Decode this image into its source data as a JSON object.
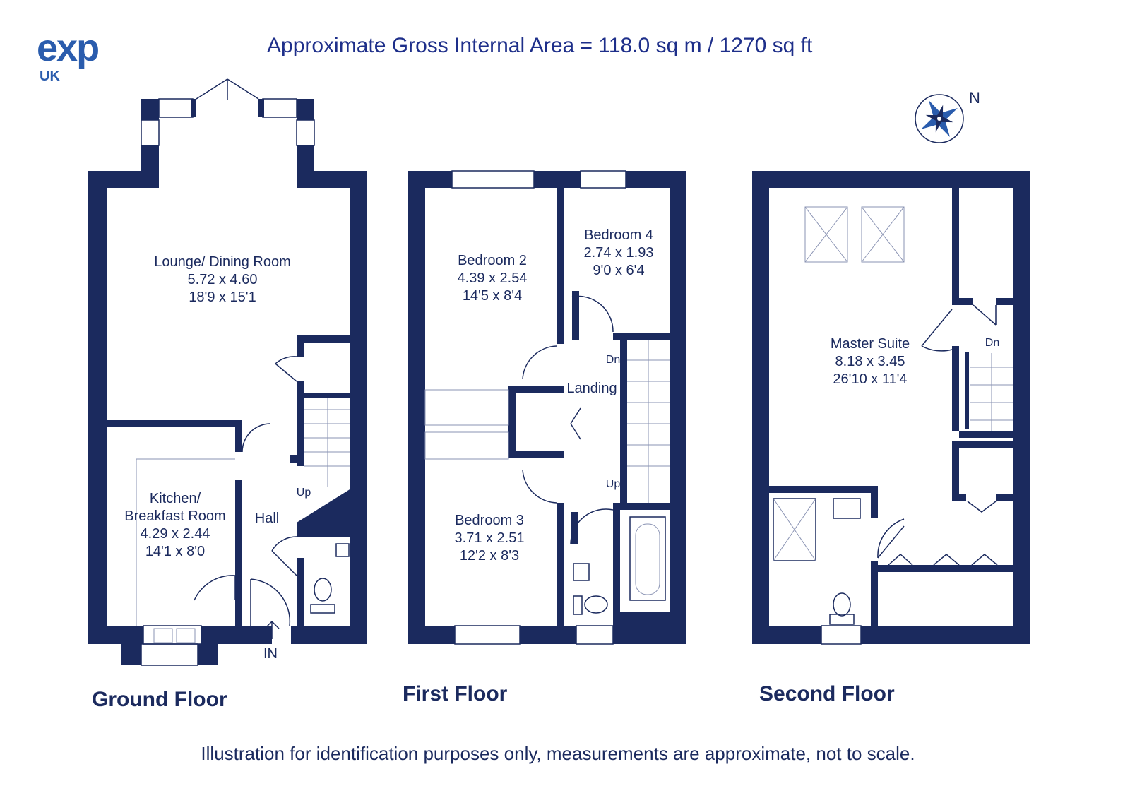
{
  "logo": {
    "brand": "exp",
    "region": "UK",
    "brand_color": "#2a5cad"
  },
  "header": {
    "title": "Approximate Gross Internal Area = 118.0 sq m / 1270 sq ft"
  },
  "compass": {
    "label": "N"
  },
  "floors": {
    "ground": {
      "label": "Ground Floor",
      "lounge": {
        "name": "Lounge/ Dining Room",
        "metric": "5.72 x 4.60",
        "imperial": "18'9 x 15'1"
      },
      "kitchen": {
        "name_line1": "Kitchen/",
        "name_line2": "Breakfast Room",
        "metric": "4.29 x 2.44",
        "imperial": "14'1 x 8'0"
      },
      "hall": {
        "name": "Hall"
      },
      "stairs": {
        "label": "Up"
      },
      "entrance": {
        "label": "IN"
      }
    },
    "first": {
      "label": "First Floor",
      "bedroom2": {
        "name": "Bedroom 2",
        "metric": "4.39 x 2.54",
        "imperial": "14'5 x 8'4"
      },
      "bedroom4": {
        "name": "Bedroom 4",
        "metric": "2.74 x 1.93",
        "imperial": "9'0 x 6'4"
      },
      "bedroom3": {
        "name": "Bedroom 3",
        "metric": "3.71 x 2.51",
        "imperial": "12'2 x 8'3"
      },
      "landing": {
        "name": "Landing"
      },
      "stairs_down": {
        "label": "Dn"
      },
      "stairs_up": {
        "label": "Up"
      }
    },
    "second": {
      "label": "Second Floor",
      "master": {
        "name": "Master Suite",
        "metric": "8.18 x 3.45",
        "imperial": "26'10 x 11'4"
      },
      "stairs_down": {
        "label": "Dn"
      }
    }
  },
  "footer": {
    "disclaimer": "Illustration for identification purposes only, measurements are approximate, not to scale."
  },
  "colors": {
    "wall": "#1b2a5e",
    "title": "#1e2f8a",
    "text": "#1b2a5e"
  }
}
